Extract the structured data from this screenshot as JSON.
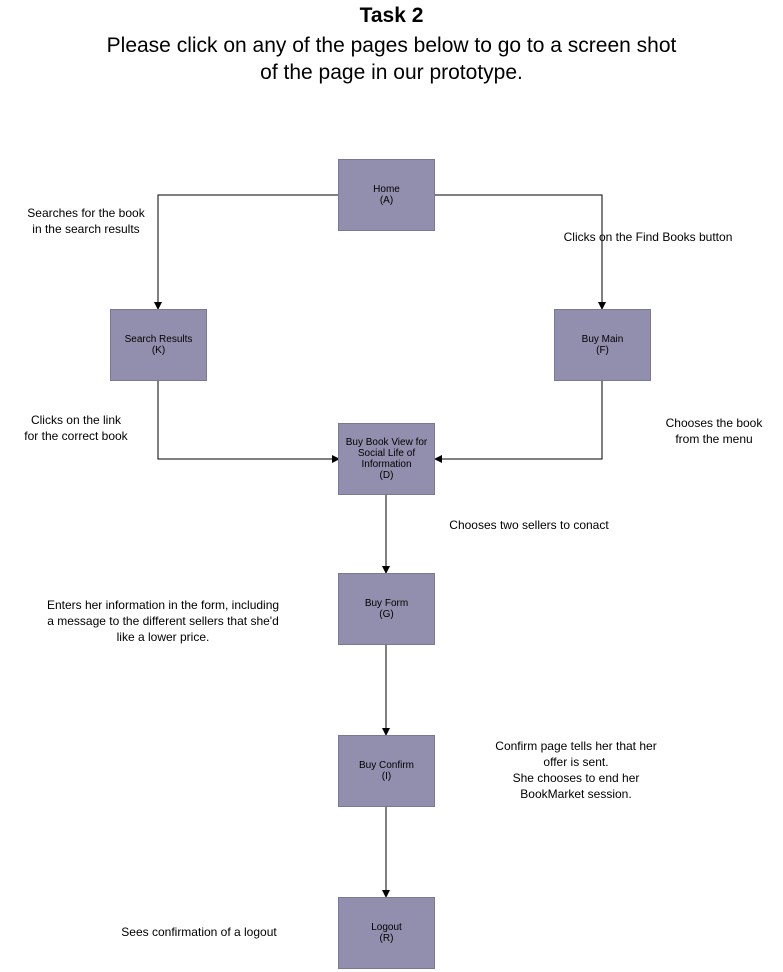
{
  "header": {
    "title": "Task 2",
    "subtitle_lines": [
      "Please click on any of the pages below to go to a screen shot",
      "of the page in our prototype."
    ]
  },
  "nodes": {
    "home": {
      "lines": [
        "Home",
        "(A)"
      ]
    },
    "search_results": {
      "lines": [
        "Search Results",
        "(K)"
      ]
    },
    "buy_main": {
      "lines": [
        "Buy Main",
        "(F)"
      ]
    },
    "buy_book_view": {
      "lines": [
        "Buy Book View for",
        "Social Life of",
        "Information",
        "(D)"
      ]
    },
    "buy_form": {
      "lines": [
        "Buy Form",
        "(G)"
      ]
    },
    "buy_confirm": {
      "lines": [
        "Buy Confirm",
        "(I)"
      ]
    },
    "logout": {
      "lines": [
        "Logout",
        "(R)"
      ]
    }
  },
  "annotations": {
    "searches": [
      "Searches for the book",
      "in the search results"
    ],
    "find_books": [
      "Clicks on the Find Books button"
    ],
    "clicks_link": [
      "Clicks on the link",
      "for the correct book"
    ],
    "chooses_book": [
      "Chooses the book",
      "from the menu"
    ],
    "two_sellers": [
      "Chooses two sellers to conact"
    ],
    "enters_info": [
      "Enters her information in the form, including",
      "a message to the different sellers that she'd",
      "like a lower price."
    ],
    "confirm_page": [
      "Confirm page tells her that her",
      "offer is sent.",
      "She chooses to end her",
      "BookMarket session."
    ],
    "sees_logout": [
      "Sees confirmation of a logout"
    ]
  },
  "colors": {
    "node_fill": "#928ead",
    "edge": "#000000"
  }
}
